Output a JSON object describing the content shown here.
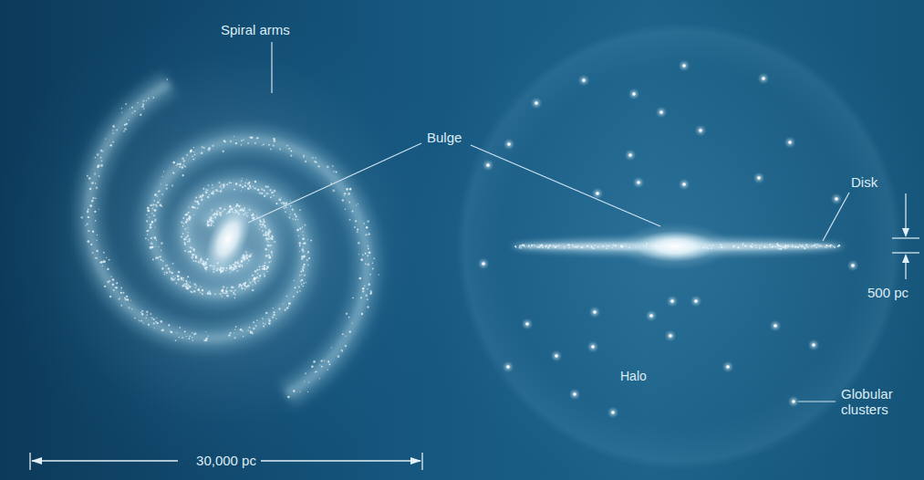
{
  "diagram": {
    "labels": [
      "Spiral arms",
      "Bulge",
      "Disk",
      "500 pc",
      "Halo",
      "Globular clusters",
      "30,000 pc"
    ]
  }
}
